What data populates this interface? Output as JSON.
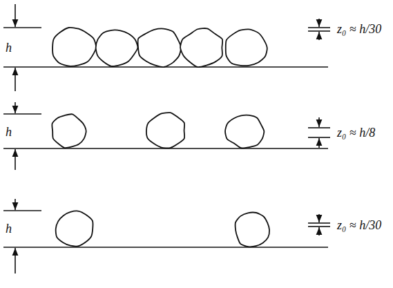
{
  "diagram": {
    "labels": [
      "h",
      "z₀ ≈ h/30",
      "h",
      "z₀ ≈ h/8",
      "h",
      "z₀ ≈ h/30"
    ]
  }
}
